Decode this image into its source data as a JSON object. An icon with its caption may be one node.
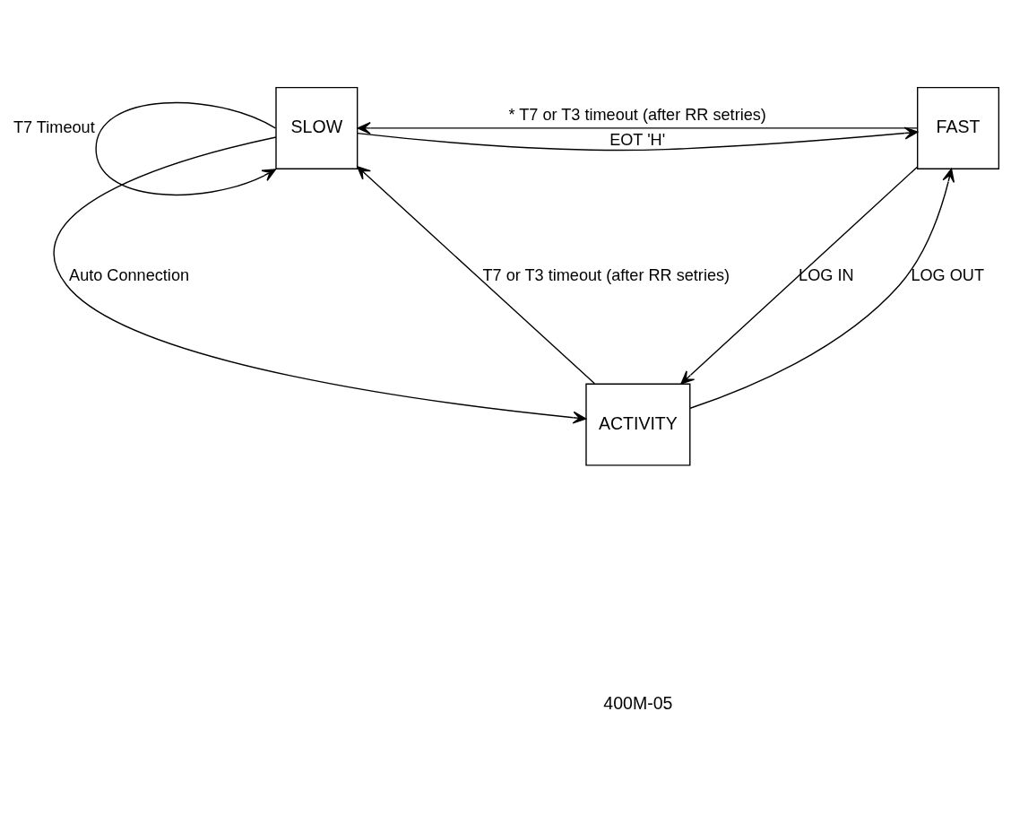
{
  "diagram": {
    "nodes": [
      {
        "text": [
          "SLOW"
        ]
      },
      {
        "text": [
          "FAST"
        ]
      },
      {
        "text": [
          "ACTIVITY"
        ]
      }
    ],
    "edges": [
      {
        "from": 1,
        "to": 0,
        "arrow": "to",
        "label": "* T7 or T3 timeout (after RR setries)"
      },
      {
        "from": 0,
        "to": 1,
        "arrow": "to",
        "label": "EOT 'H'"
      },
      {
        "from": 0,
        "to": 0,
        "arrow": "to",
        "label": "T7 Timeout"
      },
      {
        "from": 0,
        "to": 2,
        "arrow": "to",
        "label": "Auto Connection"
      },
      {
        "from": 2,
        "to": 0,
        "arrow": "to",
        "label": "T7 or T3 timeout (after RR setries)"
      },
      {
        "from": 1,
        "to": 2,
        "arrow": "to",
        "label": "LOG IN"
      },
      {
        "from": 2,
        "to": 1,
        "arrow": "to",
        "label": "LOG OUT"
      }
    ],
    "labels": [
      "400M-05"
    ]
  }
}
